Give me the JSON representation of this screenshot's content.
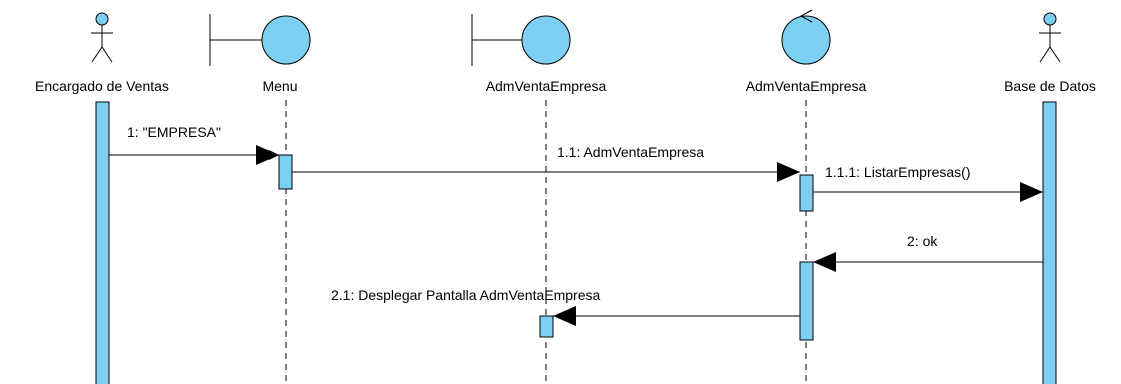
{
  "colors": {
    "fill": "#7dd0f3",
    "stroke": "#000000",
    "background": "#ffffff"
  },
  "participants": [
    {
      "id": "encargado",
      "label": "Encargado de Ventas",
      "kind": "actor"
    },
    {
      "id": "menu",
      "label": "Menu",
      "kind": "boundary"
    },
    {
      "id": "adm-boundary",
      "label": "AdmVentaEmpresa",
      "kind": "boundary"
    },
    {
      "id": "adm-control",
      "label": "AdmVentaEmpresa",
      "kind": "control"
    },
    {
      "id": "base",
      "label": "Base de Datos",
      "kind": "actor"
    }
  ],
  "messages": [
    {
      "label": "1: \"EMPRESA\"",
      "from": "encargado",
      "to": "menu",
      "direction": "right"
    },
    {
      "label": "1.1: AdmVentaEmpresa",
      "from": "menu",
      "to": "adm-control",
      "direction": "right"
    },
    {
      "label": "1.1.1: ListarEmpresas()",
      "from": "adm-control",
      "to": "base",
      "direction": "right"
    },
    {
      "label": "2: ok",
      "from": "base",
      "to": "adm-control",
      "direction": "left"
    },
    {
      "label": "2.1: Desplegar Pantalla AdmVentaEmpresa",
      "from": "adm-control",
      "to": "adm-boundary",
      "direction": "left"
    }
  ]
}
